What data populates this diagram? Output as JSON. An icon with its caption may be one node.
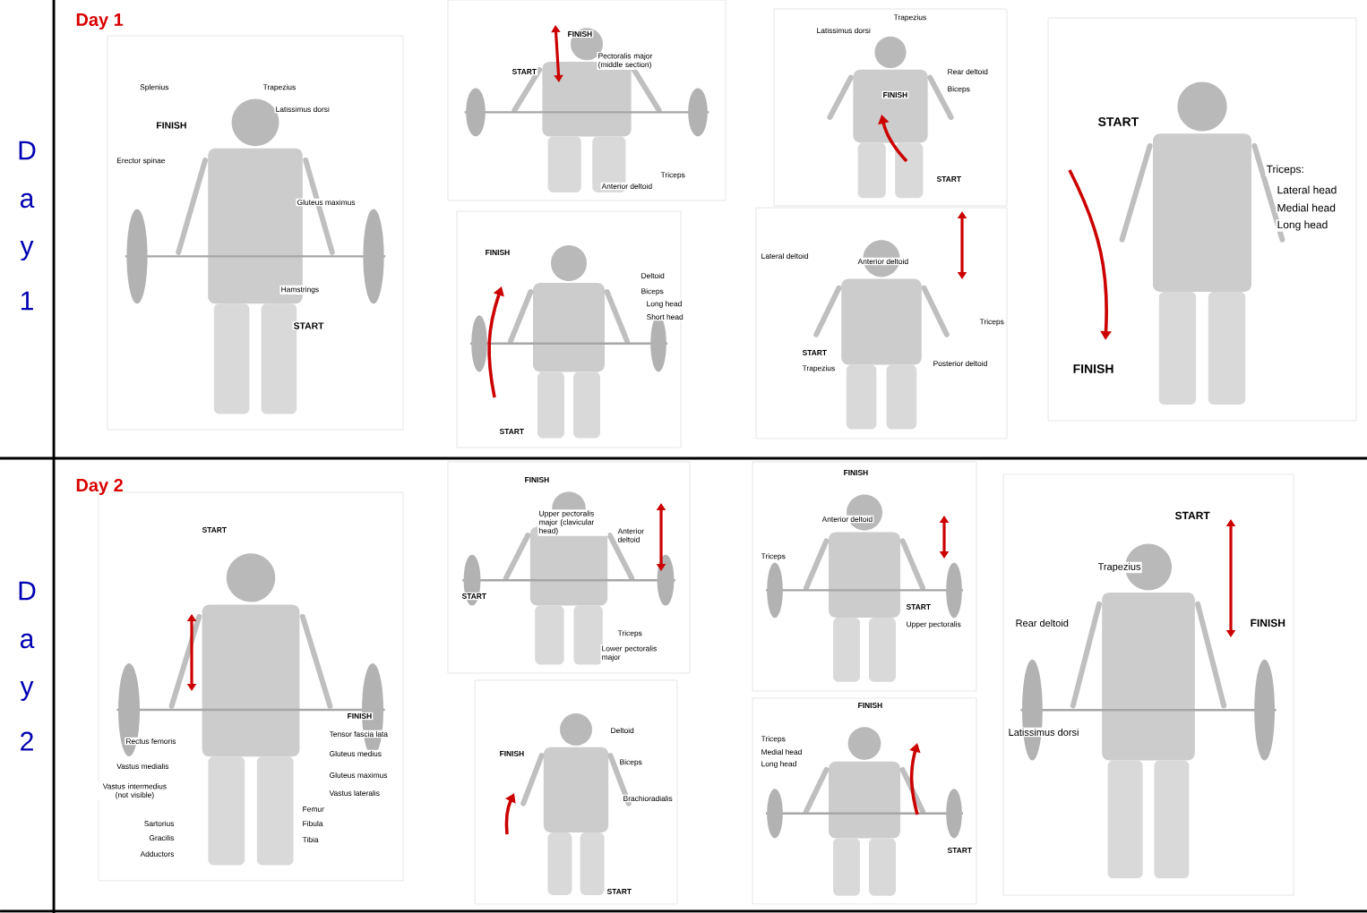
{
  "diagram": {
    "nodes": [
      {
        "text": [
          "Splenius",
          "Trapezius",
          "Latissimus dorsi",
          "FINISH",
          "Erector spinae",
          "Gluteus maximus",
          "Hamstrings",
          "START"
        ]
      },
      {
        "text": [
          "FINISH",
          "START",
          "Pectoralis major (middle section)",
          "Triceps",
          "Anterior deltoid"
        ]
      },
      {
        "text": [
          "FINISH",
          "Deltoid",
          "Biceps",
          "Long head",
          "Short head",
          "START"
        ]
      },
      {
        "text": [
          "Trapezius",
          "Latissimus dorsi",
          "Rear deltoid",
          "FINISH",
          "Biceps",
          "START"
        ]
      },
      {
        "text": [
          "Lateral deltoid",
          "Anterior deltoid",
          "Triceps",
          "START",
          "Trapezius",
          "Posterior deltoid"
        ]
      },
      {
        "text": [
          "START",
          "Triceps:",
          "Lateral head",
          "Medial head",
          "Long head",
          "FINISH"
        ]
      },
      {
        "text": [
          "START",
          "FINISH",
          "Rectus femoris",
          "Tensor fascia lata",
          "Gluteus medius",
          "Vastus medialis",
          "Vastus intermedius (not visible)",
          "Gluteus maximus",
          "Vastus lateralis",
          "Femur",
          "Sartorius",
          "Fibula",
          "Gracilis",
          "Tibia",
          "Adductors"
        ]
      },
      {
        "text": [
          "FINISH",
          "Upper pectoralis major (clavicular head)",
          "Anterior deltoid",
          "START",
          "Triceps",
          "Lower pectoralis major"
        ]
      },
      {
        "text": [
          "Deltoid",
          "FINISH",
          "Biceps",
          "Brachioradialis",
          "START"
        ]
      },
      {
        "text": [
          "FINISH",
          "Anterior deltoid",
          "Triceps",
          "START",
          "Upper pectoralis"
        ]
      },
      {
        "text": [
          "FINISH",
          "Triceps",
          "Medial head",
          "Long head",
          "START"
        ]
      },
      {
        "text": [
          "START",
          "Trapezius",
          "Rear deltoid",
          "FINISH",
          "Latissimus dorsi"
        ]
      }
    ],
    "labels": [
      "Day 1",
      "D",
      "a",
      "y",
      "1",
      "Day 2",
      "D",
      "a",
      "y",
      "2"
    ]
  }
}
